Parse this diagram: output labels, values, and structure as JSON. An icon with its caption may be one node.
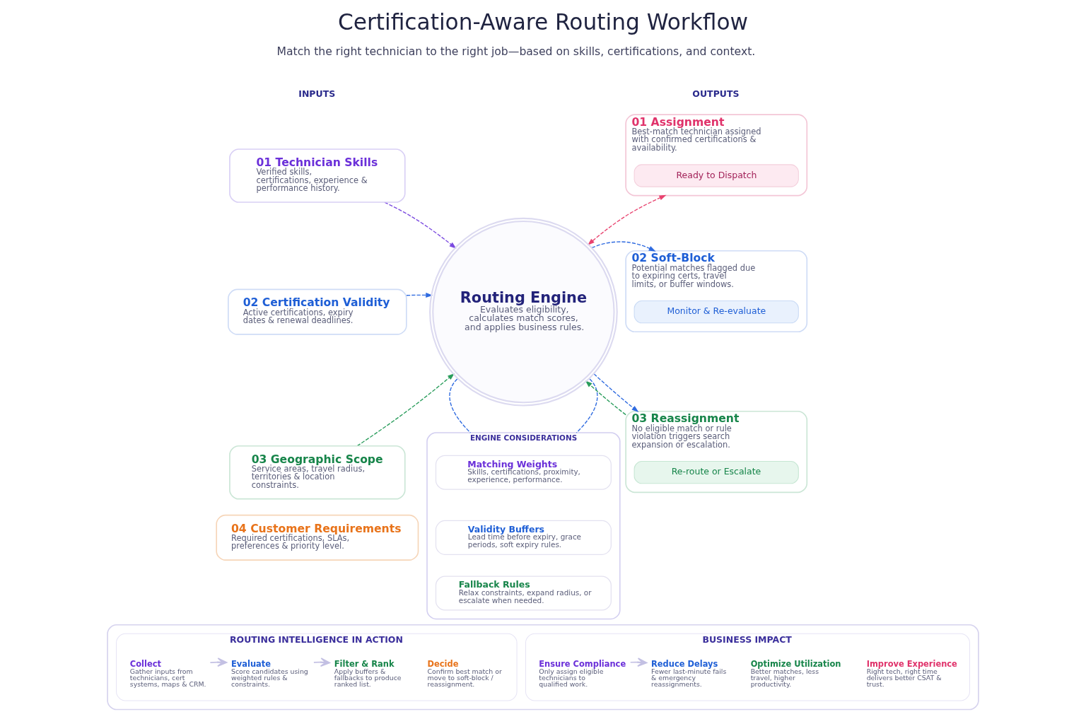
{
  "diagram": {
    "title": "Certification-Aware Routing Workflow",
    "nodes": [
      {
        "text": [
          "01 Technician Skills",
          "Verified skills, certifications, experience & performance history."
        ]
      },
      {
        "text": [
          "02 Certification Validity",
          "Active certifications, expiry dates & renewal deadlines."
        ]
      },
      {
        "text": [
          "03 Geographic Scope",
          "Service areas, travel radius, territories & location constraints."
        ]
      },
      {
        "text": [
          "04 Customer Requirements",
          "Required certifications, SLAs, preferences & priority level."
        ]
      },
      {
        "text": [
          "Routing Engine",
          "Evaluates eligibility, calculates match scores, and applies business rules."
        ]
      },
      {
        "text": [
          "ENGINE CONSIDERATIONS"
        ]
      },
      {
        "text": [
          "Matching Weights",
          "Skills, certifications, proximity, experience, performance."
        ],
        "in": 5
      },
      {
        "text": [
          "Validity Buffers",
          "Lead time before expiry, grace periods, soft expiry rules."
        ],
        "in": 5
      },
      {
        "text": [
          "Fallback Rules",
          "Relax constraints, expand radius, or escalate when needed."
        ],
        "in": 5
      },
      {
        "text": [
          "01 Assignment",
          "Best-match technician assigned with confirmed certifications & availability."
        ]
      },
      {
        "text": [
          "Ready to Dispatch"
        ],
        "in": 9
      },
      {
        "text": [
          "02 Soft-Block",
          "Potential matches flagged due to expiring certs, travel limits, or buffer windows."
        ]
      },
      {
        "text": [
          "Monitor & Re-evaluate"
        ],
        "in": 11
      },
      {
        "text": [
          "03 Reassignment",
          "No eligible match or rule violation triggers search expansion or escalation."
        ]
      },
      {
        "text": [
          "Re-route or Escalate"
        ],
        "in": 13
      },
      {
        "text": [],
        "shape": "box"
      },
      {
        "text": [
          "ROUTING INTELLIGENCE IN ACTION"
        ],
        "in": 15
      },
      {
        "text": [
          "Collect",
          "Gather inputs from technicians, cert systems, maps & CRM."
        ],
        "in": 16
      },
      {
        "text": [
          "Evaluate",
          "Score candidates using weighted rules & constraints."
        ],
        "in": 16
      },
      {
        "text": [
          "Filter & Rank",
          "Apply buffers & fallbacks to produce ranked list."
        ],
        "in": 16
      },
      {
        "text": [
          "Decide",
          "Confirm best match or move to soft-block / reassignment."
        ],
        "in": 16
      },
      {
        "text": [
          "BUSINESS IMPACT"
        ],
        "in": 15
      },
      {
        "text": [
          "Ensure Compliance",
          "Only assign eligible technicians to qualified work."
        ],
        "in": 21
      },
      {
        "text": [
          "Reduce Delays",
          "Fewer last-minute fails & emergency reassignments."
        ],
        "in": 21
      },
      {
        "text": [
          "Optimize Utilization",
          "Better matches, less travel, higher productivity."
        ],
        "in": 21
      },
      {
        "text": [
          "Improve Experience",
          "Right tech, right time delivers better CSAT & trust."
        ],
        "in": 21
      }
    ],
    "edges": [
      {
        "from": 0,
        "to": 4,
        "arrow": "to",
        "style": "dashed",
        "color": "#7b4ae0"
      },
      {
        "from": 1,
        "to": 4,
        "arrow": "to",
        "style": "dashed"
      },
      {
        "from": 2,
        "to": 4,
        "arrow": "to",
        "style": "dashed",
        "color": "#2a9d5c"
      },
      {
        "from": 4,
        "to": 9,
        "arrow": "both",
        "style": "dashed",
        "color": "#e8436f"
      },
      {
        "from": 4,
        "to": 11,
        "arrow": "to",
        "style": "dashed"
      },
      {
        "from": 4,
        "to": 13,
        "arrow": "to",
        "style": "dashed"
      },
      {
        "from": 13,
        "to": 4,
        "arrow": "to",
        "style": "dashed",
        "color": "#2a9d5c"
      },
      {
        "from": 4,
        "to": 5,
        "arrow": "none",
        "style": "dashed"
      },
      {
        "from": 4,
        "to": 5,
        "arrow": "none",
        "style": "dashed"
      },
      {
        "from": 17,
        "to": 18,
        "arrow": "to",
        "color": "#c3c0e3"
      },
      {
        "from": 18,
        "to": 19,
        "arrow": "to",
        "color": "#c3c0e3"
      },
      {
        "from": 22,
        "to": 23,
        "arrow": "to",
        "color": "#c3c0e3"
      }
    ],
    "labels": [
      "Match the right technician to the right job—based on skills, certifications, and context.",
      "INPUTS",
      "OUTPUTS"
    ]
  }
}
